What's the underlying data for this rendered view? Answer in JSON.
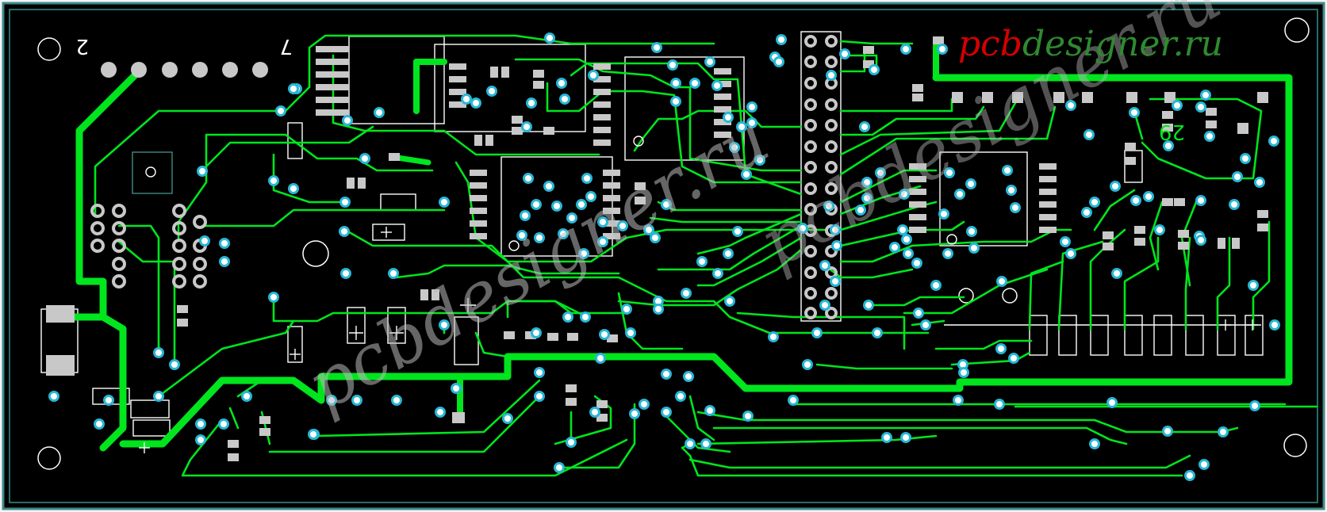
{
  "board": {
    "watermark_brand_red": "pcb",
    "watermark_brand_green": "designer.ru",
    "watermark_diag_1": "pcbdesigner.ru",
    "watermark_diag_2": "pcbdesigner.ru",
    "silk_label_top_left": "2",
    "silk_label_top_mid": "7",
    "silk_label_right": "29"
  },
  "colors": {
    "board_bg": "#000000",
    "board_frame": "#3f8a88",
    "trace": "#00e51e",
    "pad": "#c8c8c8",
    "via": "#27b7d6",
    "silk": "#ffffff",
    "brand_red": "#d40000",
    "brand_green": "#2f8a2f",
    "watermark": "#b9b9b9"
  },
  "icons": {
    "mounting_hole": "circle-outline-icon",
    "via": "via-ring-icon"
  }
}
